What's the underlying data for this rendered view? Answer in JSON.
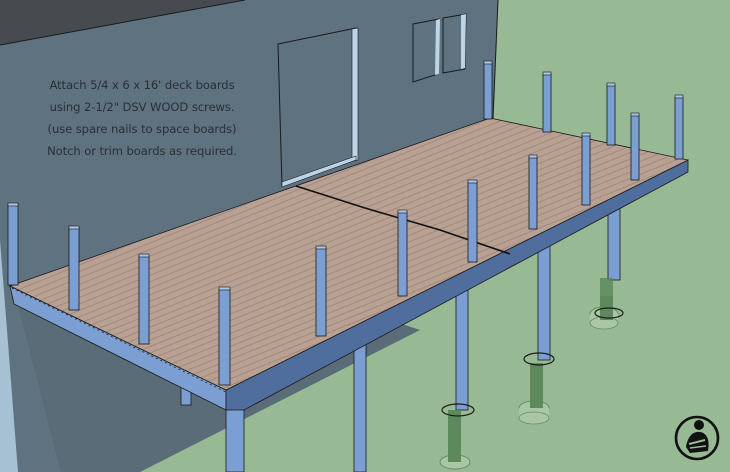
{
  "instructions": {
    "lines": [
      "Attach 5/4 x 6 x 16' deck boards",
      "using 2-1/2\" DSV WOOD screws.",
      "(use spare nails to space boards)",
      "Notch or trim boards as required."
    ]
  },
  "scene": {
    "subject": "deck-board-installation-diagram",
    "colors": {
      "wall": "#5f7280",
      "roof": "#474b50",
      "ground": "#97b993",
      "deck_boards": "#b8a092",
      "framing": "#7b9fd3",
      "framing_dark": "#4f6e9e",
      "footing": "#a9c7a3",
      "buried_post": "#5d8a5d",
      "outline": "#1a1a1a"
    }
  },
  "logo": {
    "icon": "man-with-crossed-arms-logo"
  }
}
